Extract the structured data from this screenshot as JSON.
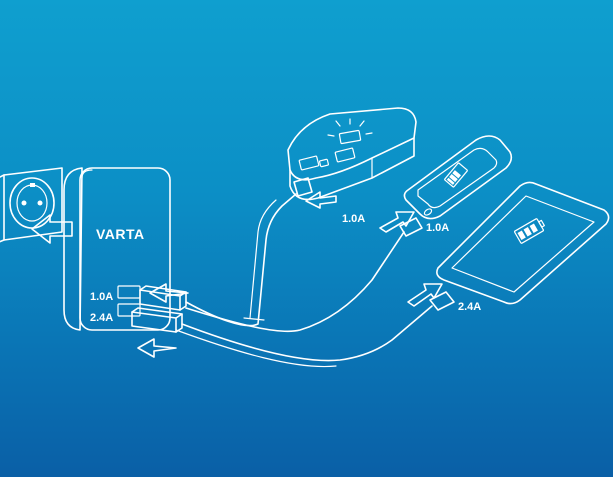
{
  "brand": {
    "logo_text": "VARTA",
    "color": "#ffffff"
  },
  "charger": {
    "port_top_label": "1.0A",
    "port_bottom_label": "2.4A"
  },
  "devices": {
    "power_bank": {
      "current_label": "1.0A"
    },
    "smartphone": {
      "current_label": "1.0A"
    },
    "tablet": {
      "current_label": "2.4A"
    }
  },
  "icons": [
    "wall-socket-icon",
    "charger-icon",
    "power-bank-icon",
    "smartphone-icon",
    "tablet-icon",
    "usb-plug-icon",
    "arrow-icon",
    "battery-icon"
  ],
  "colors": {
    "background_top": "#0f9fcf",
    "background_bottom": "#0a5fa6",
    "line": "#ffffff"
  }
}
